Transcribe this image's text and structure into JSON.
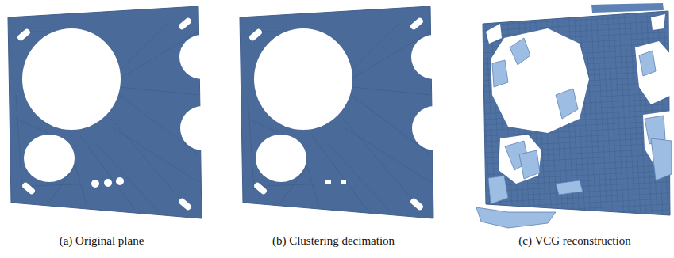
{
  "diagram": {
    "labels": [
      "(a) Original plane",
      "(b) Clustering decimation",
      "(c) VCG reconstruction"
    ]
  }
}
